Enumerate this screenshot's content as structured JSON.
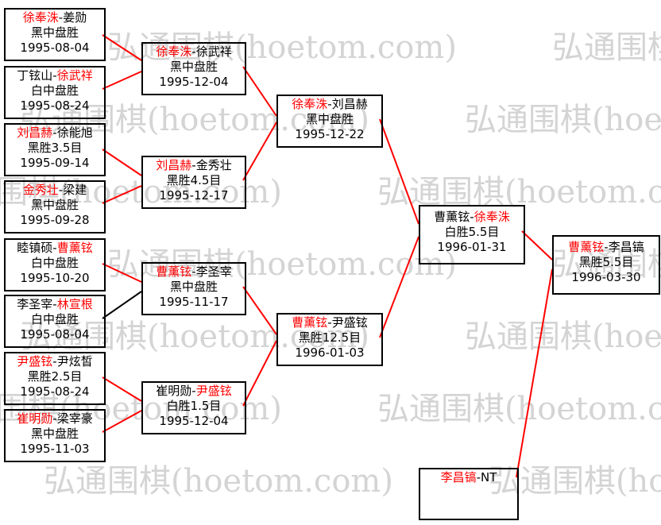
{
  "watermark": {
    "unit": "弘通围棋(hoetom.com)",
    "row_text": "弘通围棋(hoetom.com)　　　弘通围棋(hoetom.com)　　　弘通围棋(hoetom.com)",
    "color": "#d4d4d4"
  },
  "colors": {
    "red": "#ff0000",
    "black": "#000000",
    "line_red": "#ff0000",
    "line_black": "#000000"
  },
  "separator": "-",
  "matches": [
    {
      "left": "徐奉洙",
      "right": "姜勋",
      "winner": "left",
      "result": "黑中盘胜",
      "date": "1995-08-04"
    },
    {
      "left": "丁铉山",
      "right": "徐武祥",
      "winner": "right",
      "result": "白中盘胜",
      "date": "1995-08-24"
    },
    {
      "left": "刘昌赫",
      "right": "徐能旭",
      "winner": "left",
      "result": "黑胜3.5目",
      "date": "1995-09-14"
    },
    {
      "left": "金秀壮",
      "right": "梁建",
      "winner": "left",
      "result": "黑中盘胜",
      "date": "1995-09-28"
    },
    {
      "left": "睦镇硕",
      "right": "曹薰铉",
      "winner": "right",
      "result": "白中盘胜",
      "date": "1995-10-20"
    },
    {
      "left": "李圣宰",
      "right": "林宣根",
      "winner": "right",
      "result": "白中盘胜",
      "date": "1995-08-04"
    },
    {
      "left": "尹盛铉",
      "right": "尹炫皙",
      "winner": "left",
      "result": "黑胜2.5目",
      "date": "1995-08-24"
    },
    {
      "left": "崔明勋",
      "right": "梁宰豪",
      "winner": "left",
      "result": "黑中盘胜",
      "date": "1995-11-03"
    },
    {
      "left": "徐奉洙",
      "right": "徐武祥",
      "winner": "left",
      "result": "黑中盘胜",
      "date": "1995-12-04"
    },
    {
      "left": "刘昌赫",
      "right": "金秀壮",
      "winner": "left",
      "result": "黑胜4.5目",
      "date": "1995-12-17"
    },
    {
      "left": "曹薰铉",
      "right": "李圣宰",
      "winner": "left",
      "result": "黑中盘胜",
      "date": "1995-11-17"
    },
    {
      "left": "崔明勋",
      "right": "尹盛铉",
      "winner": "right",
      "result": "白胜1.5目",
      "date": "1995-12-04"
    },
    {
      "left": "徐奉洙",
      "right": "刘昌赫",
      "winner": "left",
      "result": "黑中盘胜",
      "date": "1995-12-22"
    },
    {
      "left": "曹薰铉",
      "right": "尹盛铉",
      "winner": "left",
      "result": "黑胜12.5目",
      "date": "1996-01-03"
    },
    {
      "left": "曹薰铉",
      "right": "徐奉洙",
      "winner": "right",
      "result": "白胜5.5目",
      "date": "1996-01-31"
    },
    {
      "left": "曹薰铉",
      "right": "李昌镐",
      "winner": "left",
      "result": "黑胜5.5目",
      "date": "1996-03-30"
    },
    {
      "left": "李昌镐",
      "right": "NT",
      "winner": "left",
      "result": "",
      "date": ""
    }
  ]
}
